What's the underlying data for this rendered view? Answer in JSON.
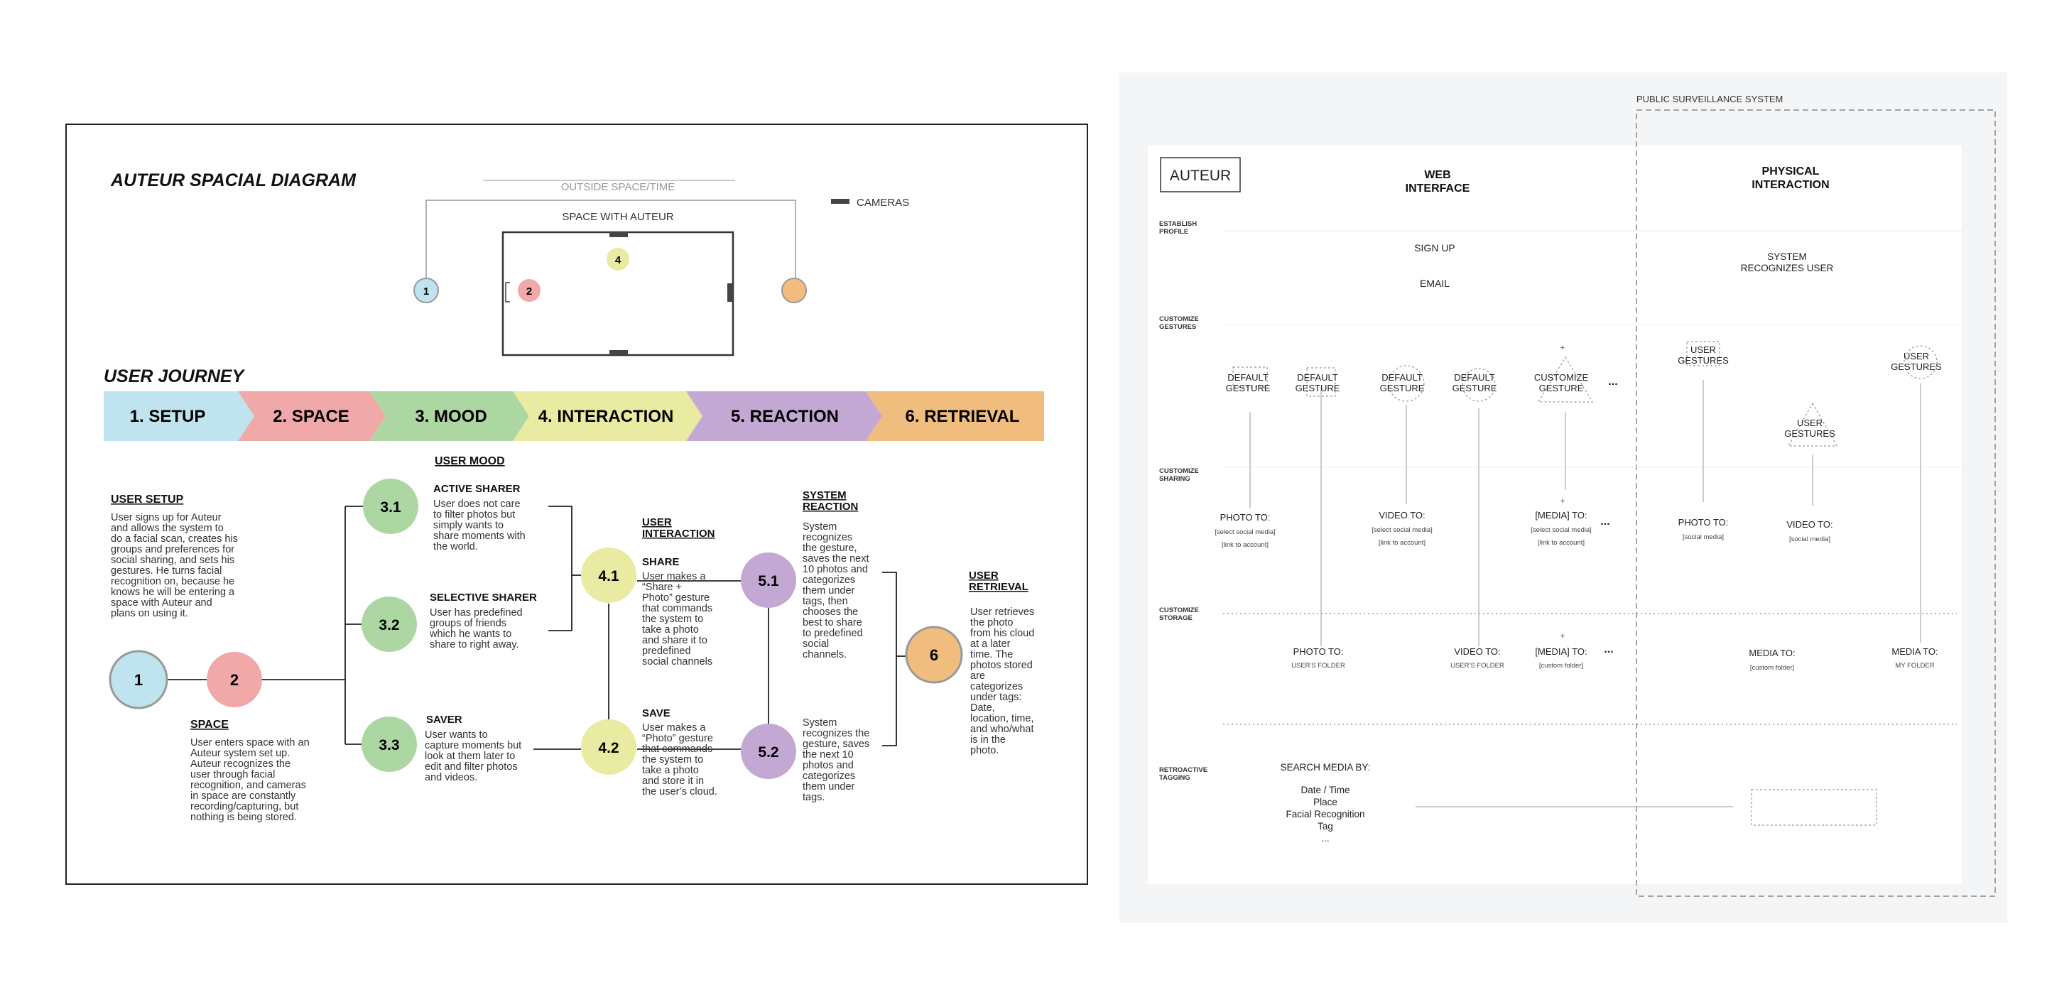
{
  "left_diagram": {
    "title": "AUTEUR SPACIAL DIAGRAM",
    "outside_label": "OUTSIDE SPACE/TIME",
    "space_label": "SPACE WITH AUTEUR",
    "cameras_label": "CAMERAS",
    "space_nodes": [
      "1",
      "2",
      "4"
    ],
    "journey_title": "USER JOURNEY",
    "stages": [
      {
        "label": "1. SETUP",
        "color": "#bfe3ef"
      },
      {
        "label": "2. SPACE",
        "color": "#f0a8a8"
      },
      {
        "label": "3. MOOD",
        "color": "#acd6a2"
      },
      {
        "label": "4. INTERACTION",
        "color": "#e9eba2"
      },
      {
        "label": "5. REACTION",
        "color": "#c4a8d4"
      },
      {
        "label": "6. RETRIEVAL",
        "color": "#f1bd7f"
      }
    ],
    "user_setup": {
      "heading": "USER SETUP",
      "lines": [
        "User signs up for Auteur",
        "and allows the system to",
        "do a facial scan, creates his",
        "groups and preferences for",
        "social sharing, and sets his",
        "gestures. He turns facial",
        "recognition on, because he",
        "knows he will be entering a",
        "space with Auteur and",
        "plans on using it."
      ]
    },
    "space": {
      "heading": "SPACE",
      "lines": [
        "User enters space with an",
        "Auteur system set up.",
        "Auteur recognizes the",
        "user through facial",
        "recognition, and cameras",
        "in space are constantly",
        "recording/capturing, but",
        "nothing is being stored."
      ]
    },
    "mood_heading": "USER MOOD",
    "active_sharer": {
      "heading": "ACTIVE SHARER",
      "lines": [
        "User does not care",
        "to filter photos but",
        "simply wants to",
        "share moments with",
        "the world."
      ]
    },
    "selective_sharer": {
      "heading": "SELECTIVE SHARER",
      "lines": [
        "User has predefined",
        "groups of friends",
        "which he wants to",
        "share to right away."
      ]
    },
    "saver": {
      "heading": "SAVER",
      "lines": [
        "User wants to",
        "capture moments but",
        "look at them later to",
        "edit and filter photos",
        "and videos."
      ]
    },
    "interaction_heading": [
      "USER",
      "INTERACTION"
    ],
    "share": {
      "heading": "SHARE",
      "lines": [
        "User makes a",
        "“Share +",
        "Photo” gesture",
        "that commands",
        "the system to",
        "take a photo",
        "and share it to",
        "predefined",
        "social channels"
      ]
    },
    "save": {
      "heading": "SAVE",
      "lines": [
        "User makes a",
        "“Photo” gesture",
        "that commands",
        "the system to",
        "take a photo",
        "and store it in",
        "the user’s cloud."
      ]
    },
    "reaction_heading": [
      "SYSTEM",
      "REACTION"
    ],
    "reaction1_lines": [
      "System",
      "recognizes",
      "the gesture,",
      "saves the next",
      "10 photos and",
      "categorizes",
      "them under",
      "tags, then",
      "chooses the",
      "best to share",
      "to predefined",
      "social",
      "channels."
    ],
    "reaction2_lines": [
      "System",
      "recognizes the",
      "gesture, saves",
      "the next 10",
      "photos and",
      "categorizes",
      "them under",
      "tags."
    ],
    "retrieval_heading": [
      "USER",
      "RETRIEVAL"
    ],
    "retrieval_lines": [
      "User retrieves",
      "the photo",
      "from his cloud",
      "at a later",
      "time. The",
      "photos stored",
      "are",
      "categorizes",
      "under tags:",
      "Date,",
      "location, time,",
      "and who/what",
      "is in the",
      "photo."
    ],
    "nodes": [
      "1",
      "2",
      "3.1",
      "3.2",
      "3.3",
      "4.1",
      "4.2",
      "5.1",
      "5.2",
      "6"
    ]
  },
  "right_diagram": {
    "surveillance_label": "PUBLIC SURVEILLANCE SYSTEM",
    "logo": "AUTEUR",
    "web_header": [
      "WEB",
      "INTERFACE"
    ],
    "physical_header": [
      "PHYSICAL",
      "INTERACTION"
    ],
    "row_labels": [
      [
        "ESTABLISH",
        "PROFILE"
      ],
      [
        "CUSTOMIZE",
        "GESTURES"
      ],
      [
        "CUSTOMIZE",
        "SHARING"
      ],
      [
        "CUSTOMIZE",
        "STORAGE"
      ],
      [
        "RETROACTIVE",
        "TAGGING"
      ]
    ],
    "sign_up": "SIGN UP",
    "email": "EMAIL",
    "system_recognizes": [
      "SYSTEM",
      "RECOGNIZES USER"
    ],
    "default_gesture": [
      "DEFAULT",
      "GESTURE"
    ],
    "customize_gesture": [
      "CUSTOMIZE",
      "GESTURE"
    ],
    "user_gestures": [
      "USER",
      "GESTURES"
    ],
    "ellipsis": "...",
    "plus": "+",
    "photo_to": "PHOTO TO:",
    "video_to": "VIDEO TO:",
    "media_bracket_to": "[MEDIA] TO:",
    "media_to": "MEDIA TO:",
    "select_social_media": "[select social media]",
    "link_to_account": "[link to account]",
    "social_media": "[social media]",
    "users_folder": "USER'S FOLDER",
    "custom_folder": "[custom folder]",
    "my_folder": "MY FOLDER",
    "search_heading": "SEARCH MEDIA BY:",
    "search_items": [
      "Date / Time",
      "Place",
      "Facial Recognition",
      "Tag",
      "..."
    ]
  }
}
